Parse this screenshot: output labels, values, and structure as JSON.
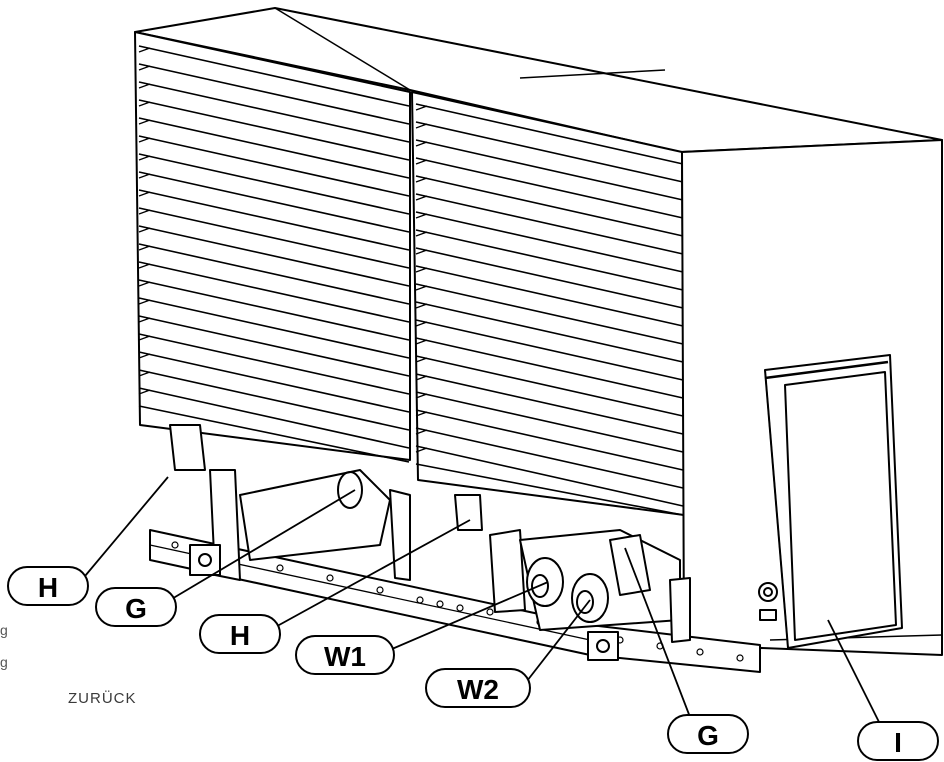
{
  "callouts": {
    "h_left": "H",
    "g_left": "G",
    "h_mid": "H",
    "w1": "W1",
    "w2": "W2",
    "g_right": "G",
    "i": "I"
  },
  "edge_text": [
    "g",
    "g"
  ],
  "back_link": "ZURÜCK",
  "colors": {
    "line": "#000000",
    "background": "#ffffff",
    "link": "#3a3a3a"
  }
}
